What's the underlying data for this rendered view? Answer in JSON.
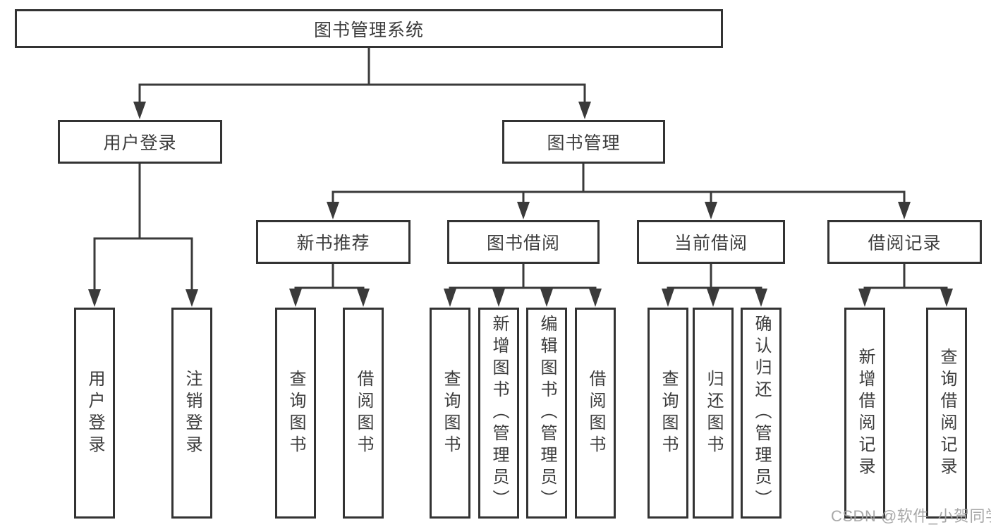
{
  "watermark": "CSDN @软件_小贺同学",
  "colors": {
    "line": "#3a3a3a",
    "box_border": "#333333",
    "box_fill": "#ffffff",
    "text": "#3c3c3c",
    "watermark": "#9e9e9e",
    "background": "#ffffff"
  },
  "tree": {
    "root": {
      "label": "图书管理系统",
      "children": [
        {
          "label": "用户登录",
          "children": [
            {
              "label": "用户登录"
            },
            {
              "label": "注销登录"
            }
          ]
        },
        {
          "label": "图书管理",
          "children": [
            {
              "label": "新书推荐",
              "children": [
                {
                  "label": "查询图书"
                },
                {
                  "label": "借阅图书"
                }
              ]
            },
            {
              "label": "图书借阅",
              "children": [
                {
                  "label": "查询图书"
                },
                {
                  "label": "新增图书（管理员）"
                },
                {
                  "label": "编辑图书（管理员）"
                },
                {
                  "label": "借阅图书"
                }
              ]
            },
            {
              "label": "当前借阅",
              "children": [
                {
                  "label": "查询图书"
                },
                {
                  "label": "归还图书"
                },
                {
                  "label": "确认归还（管理员）"
                }
              ]
            },
            {
              "label": "借阅记录",
              "children": [
                {
                  "label": "新增借阅记录"
                },
                {
                  "label": "查询借阅记录"
                }
              ]
            }
          ]
        }
      ]
    }
  }
}
